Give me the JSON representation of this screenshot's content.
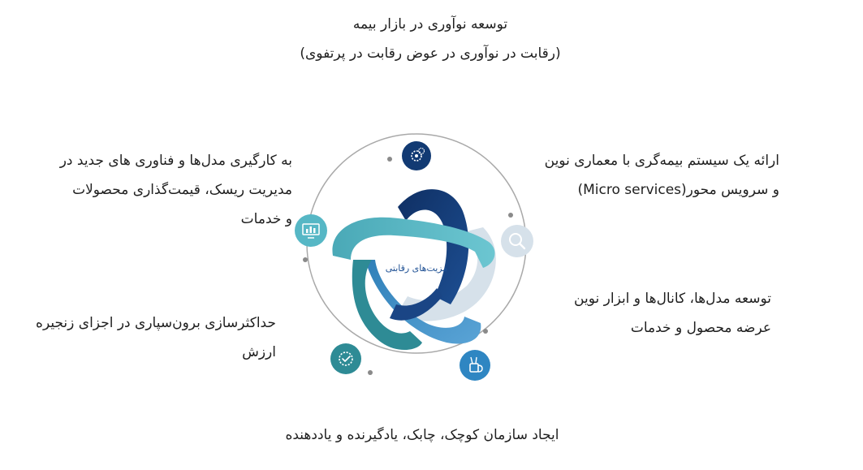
{
  "top": {
    "line1": "توسعه نوآوری در بازار بیمه",
    "line2": "(رقابت در نوآوری در عوض رقابت در پرتفوی)"
  },
  "top_right": {
    "line1": "ارائه یک سیستم بیمه‌گری با معماری نوین",
    "line2": "و سرویس محور(Micro services)"
  },
  "top_left": {
    "line1": "به کارگیری مدل‌ها و فناوری های جدید در",
    "line2": "مدیریت ریسک، قیمت‌گذاری محصولات",
    "line3": "و خدمات"
  },
  "right": {
    "line1": "توسعه مدل‌ها، کانال‌ها و ابزار نوین",
    "line2": "عرضه محصول و خدمات"
  },
  "left": {
    "line1": "حداکثرسازی برون‌سپاری در اجزای زنجیره",
    "line2": "ارزش"
  },
  "bottom": {
    "line1": "ایجاد سازمان کوچک، چابک، یادگیرنده و یاددهنده"
  },
  "center": {
    "label": "مزیت‌های رقابتی"
  },
  "colors": {
    "navy": "#123a73",
    "teal_light": "#56b7c5",
    "teal_dark": "#2e8b95",
    "blue_mid": "#3a89c4",
    "pale_gray_blue": "#d6e1ea",
    "ring_gray": "#a9a9a9"
  },
  "icons": [
    "gears-icon",
    "search-icon",
    "mug-pencils-icon",
    "gear-check-icon",
    "monitor-chart-icon"
  ]
}
